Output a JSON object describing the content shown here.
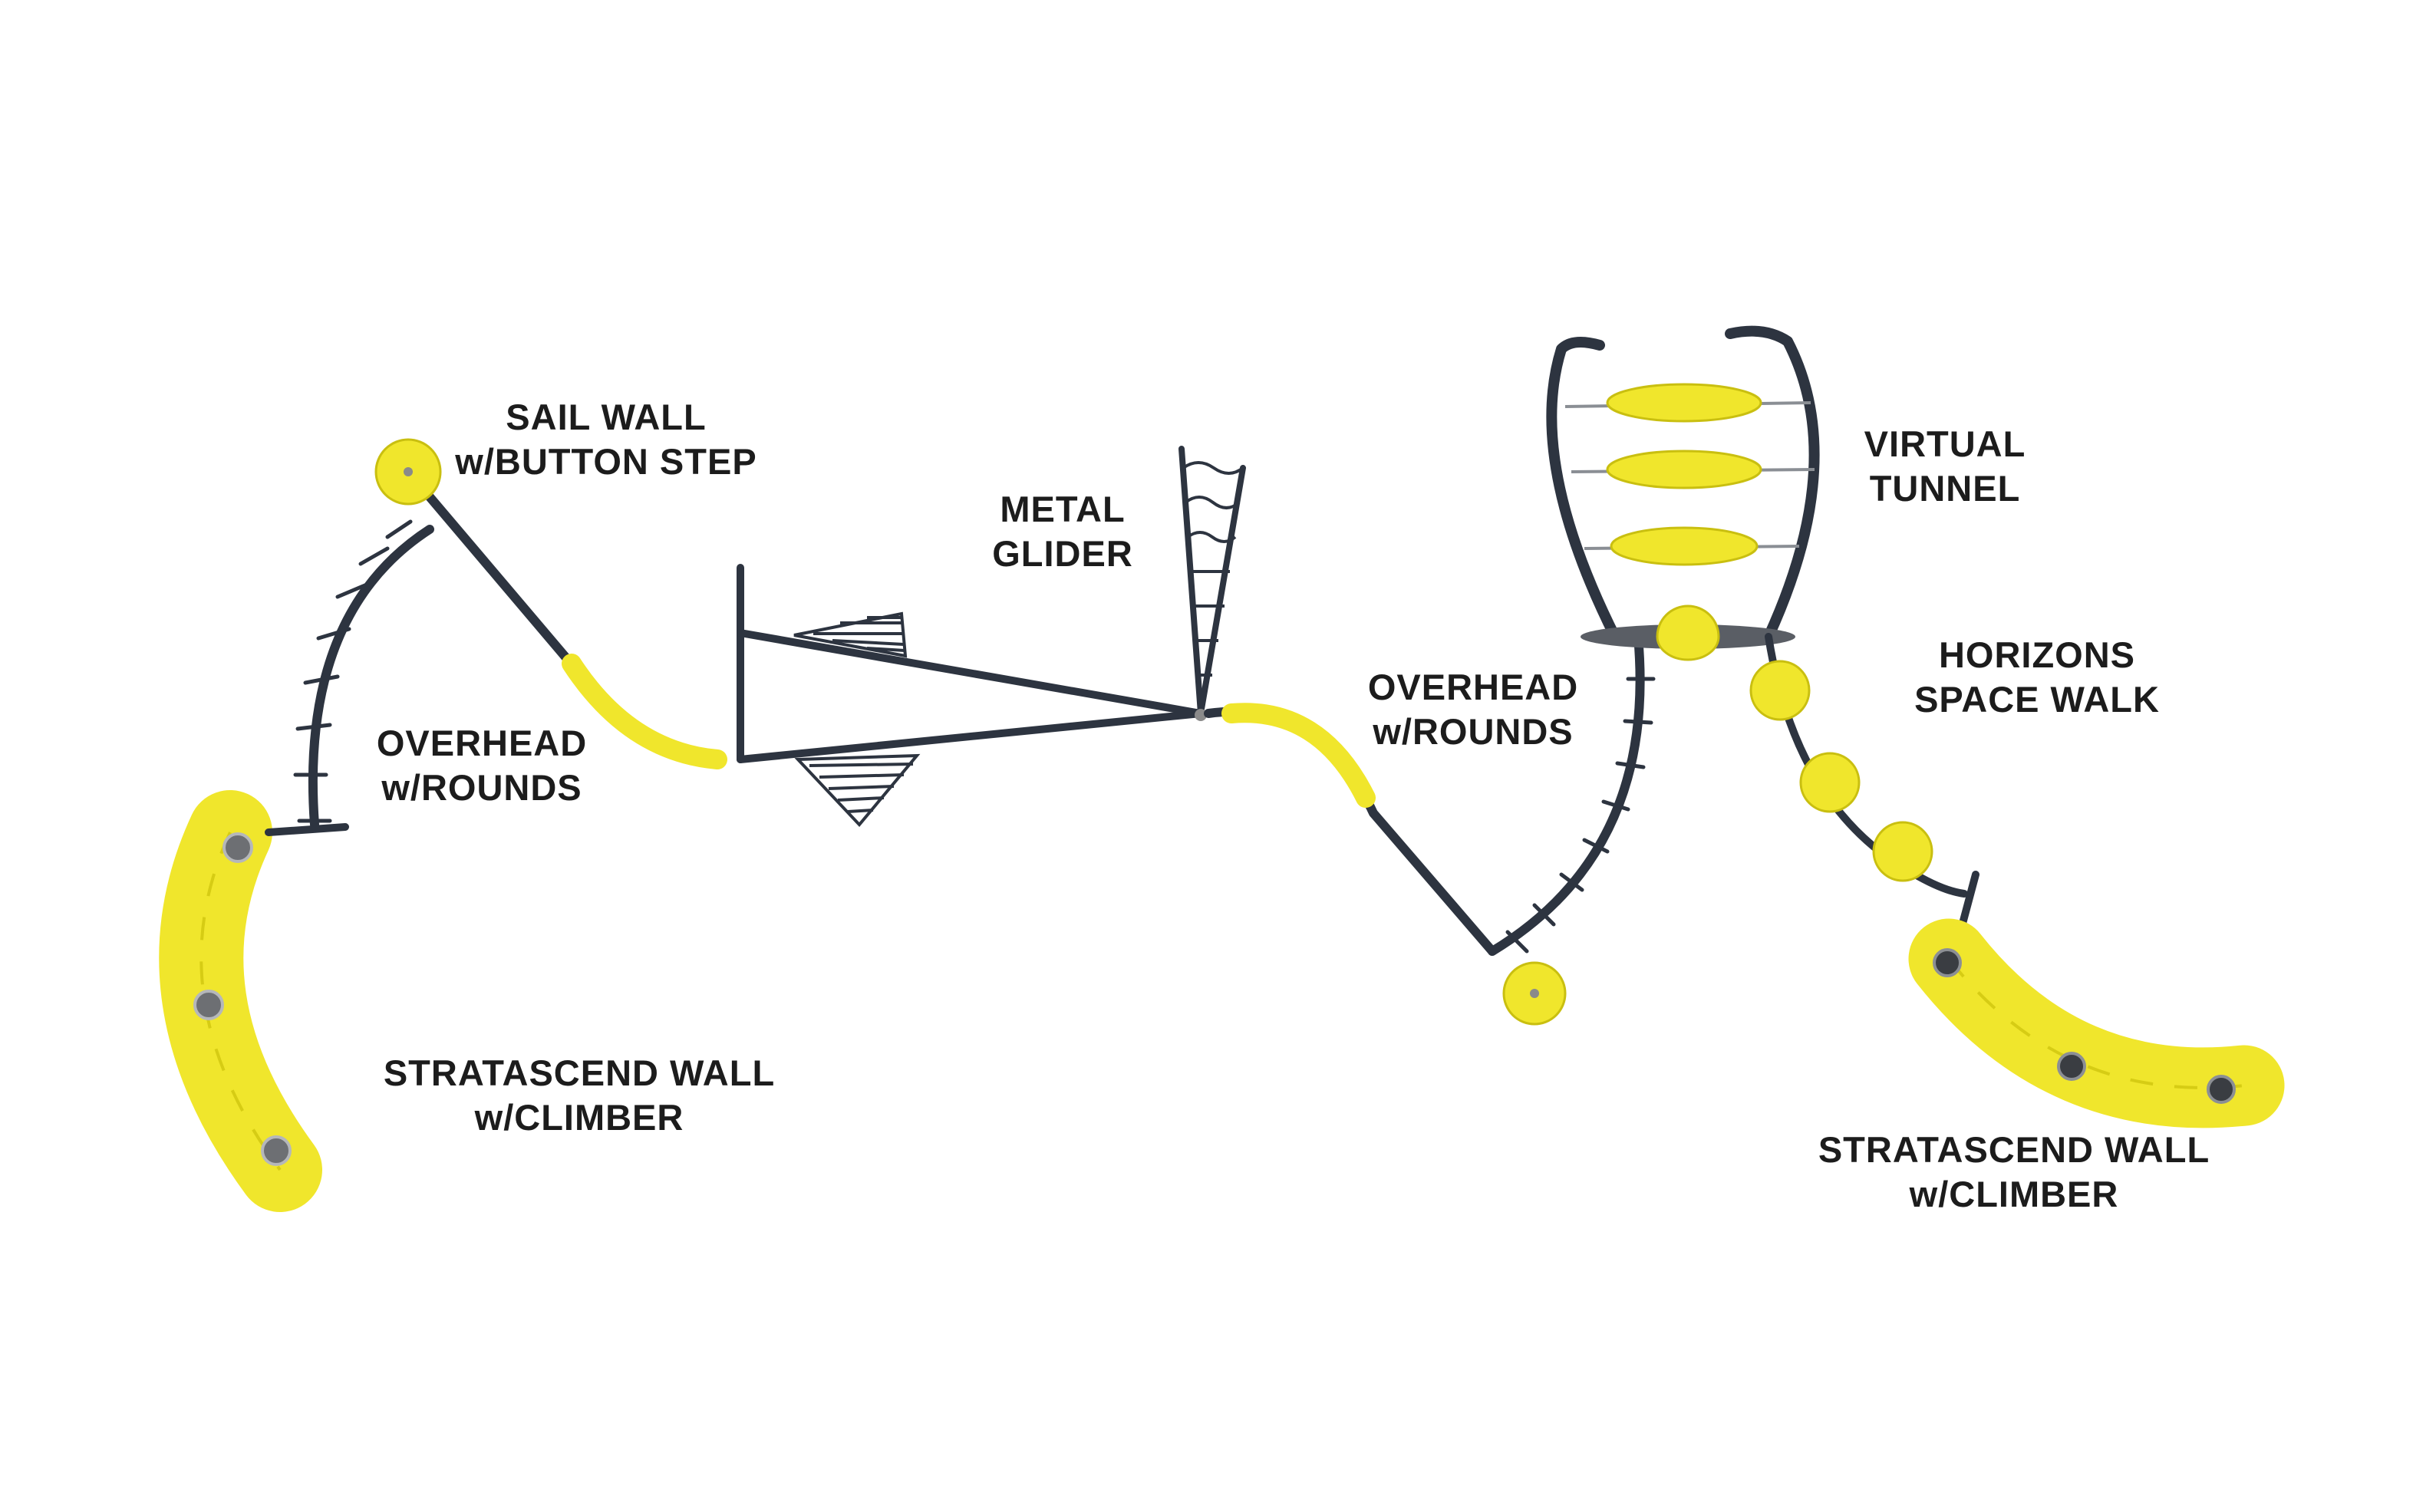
{
  "labels": {
    "sail_wall": [
      "SAIL WALL",
      "w/BUTTON STEP"
    ],
    "metal_glider": [
      "METAL",
      "GLIDER"
    ],
    "overhead_left": [
      "OVERHEAD",
      "w/ROUNDS"
    ],
    "stratascend_left": [
      "STRATASCEND WALL",
      "w/CLIMBER"
    ],
    "virtual_tunnel": [
      "VIRTUAL",
      "TUNNEL"
    ],
    "horizons_space_walk": [
      "HORIZONS",
      "SPACE WALK"
    ],
    "overhead_right": [
      "OVERHEAD",
      "w/ROUNDS"
    ],
    "stratascend_right": [
      "STRATASCEND WALL",
      "w/CLIMBER"
    ]
  },
  "colors": {
    "frame": "#2d3440",
    "accent_yellow": "#f0e62c",
    "label_text": "#1c1c1c"
  }
}
